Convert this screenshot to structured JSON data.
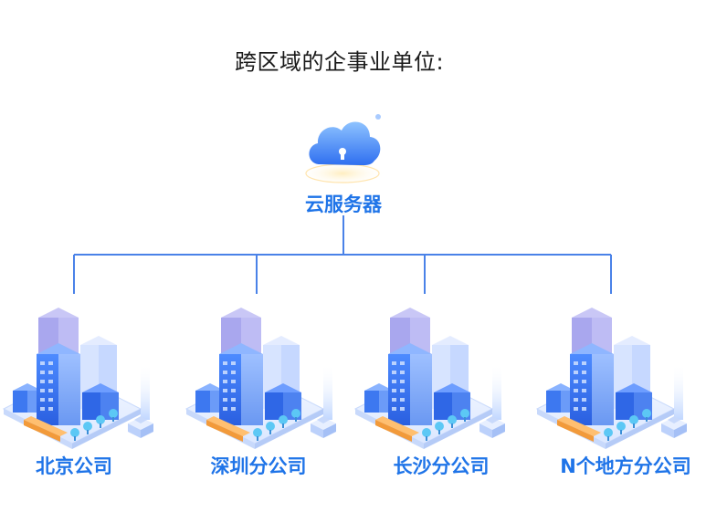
{
  "title": "跨区域的企事业单位:",
  "server": {
    "label": "云服务器",
    "icon": "cloud-lock-icon"
  },
  "branches": [
    {
      "label": "北京公司",
      "icon": "city-buildings-icon"
    },
    {
      "label": "深圳分公司",
      "icon": "city-buildings-icon"
    },
    {
      "label": "长沙分公司",
      "icon": "city-buildings-icon"
    },
    {
      "label": "N个地方分公司",
      "icon": "city-buildings-icon"
    }
  ],
  "colors": {
    "accent": "#1f74e8",
    "connector": "#4a82e8",
    "title": "#1a1a1a"
  }
}
